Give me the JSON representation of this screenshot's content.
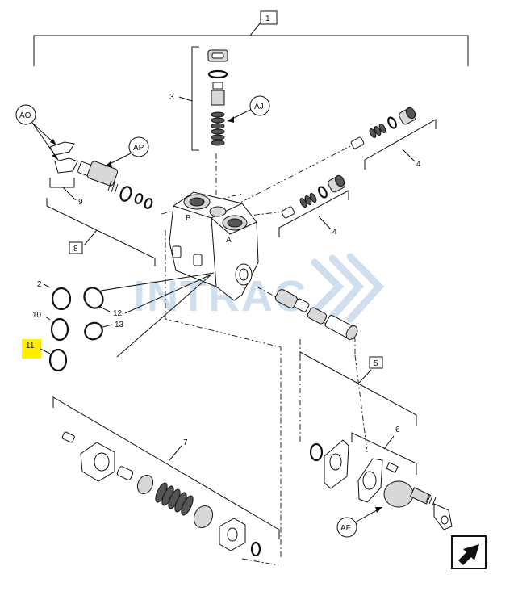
{
  "diagram": {
    "callouts": {
      "c1": "1",
      "c2": "2",
      "c3": "3",
      "c4a": "4",
      "c4b": "4",
      "c5": "5",
      "c6": "6",
      "c7": "7",
      "c8": "8",
      "c9": "9",
      "c10": "10",
      "c11": "11",
      "c12": "12",
      "c13": "13"
    },
    "bubbles": {
      "ao": "AO",
      "ap": "AP",
      "aj": "AJ",
      "af": "AF"
    },
    "housing_ports": {
      "a": "A",
      "b": "B"
    },
    "watermark": "INTRAC",
    "highlight_color": "#ffee00",
    "watermark_color": "#a9c6e0",
    "nav_icon": "next-page-arrow-icon"
  }
}
